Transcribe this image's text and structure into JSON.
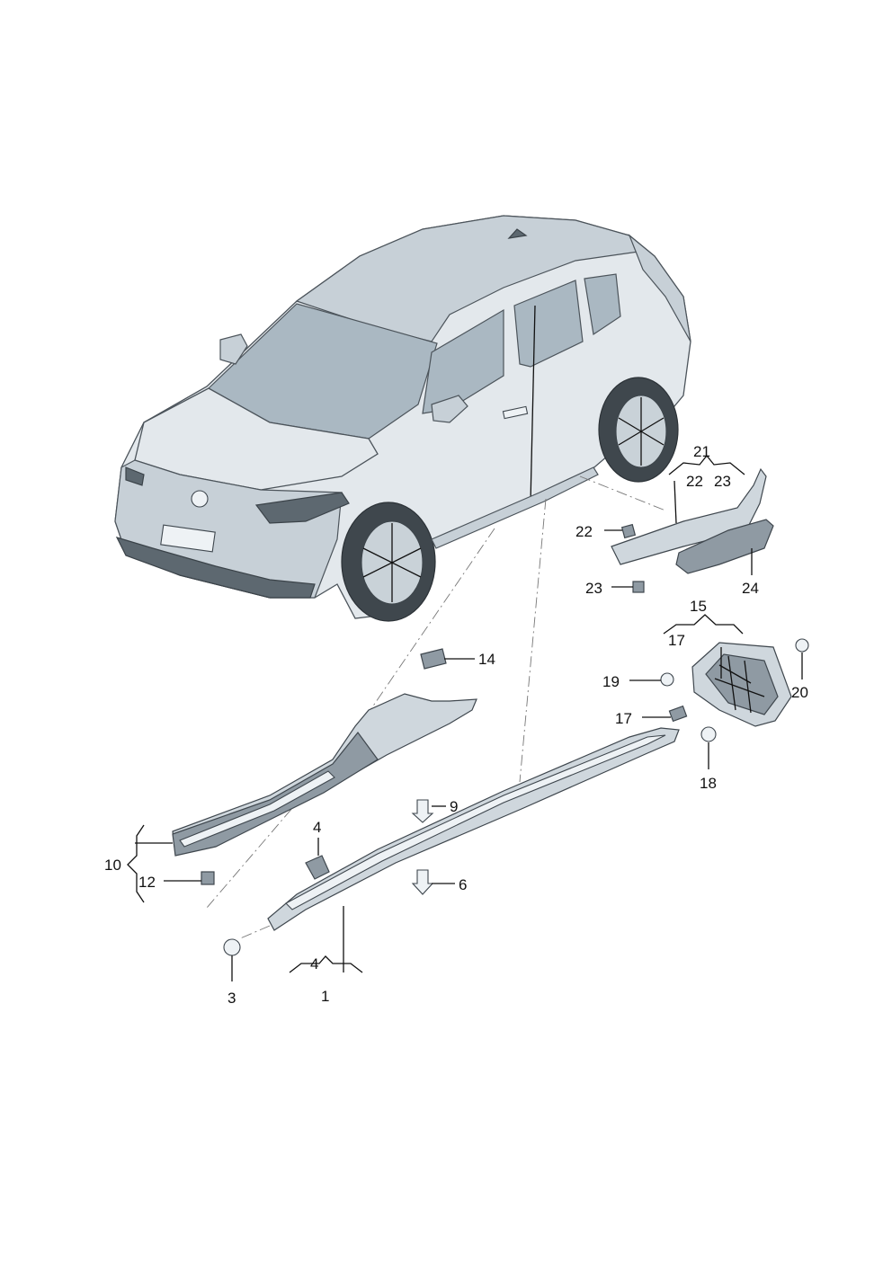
{
  "diagram": {
    "callouts": {
      "c21": "21",
      "c22a": "22",
      "c23a": "23",
      "c22b": "22",
      "c23b": "23",
      "c24": "24",
      "c15": "15",
      "c17a": "17",
      "c19": "19",
      "c20": "20",
      "c17b": "17",
      "c18": "18",
      "c14": "14",
      "c9": "9",
      "c6": "6",
      "c4a": "4",
      "c10": "10",
      "c12": "12",
      "c3": "3",
      "c4b": "4",
      "c1": "1"
    }
  }
}
